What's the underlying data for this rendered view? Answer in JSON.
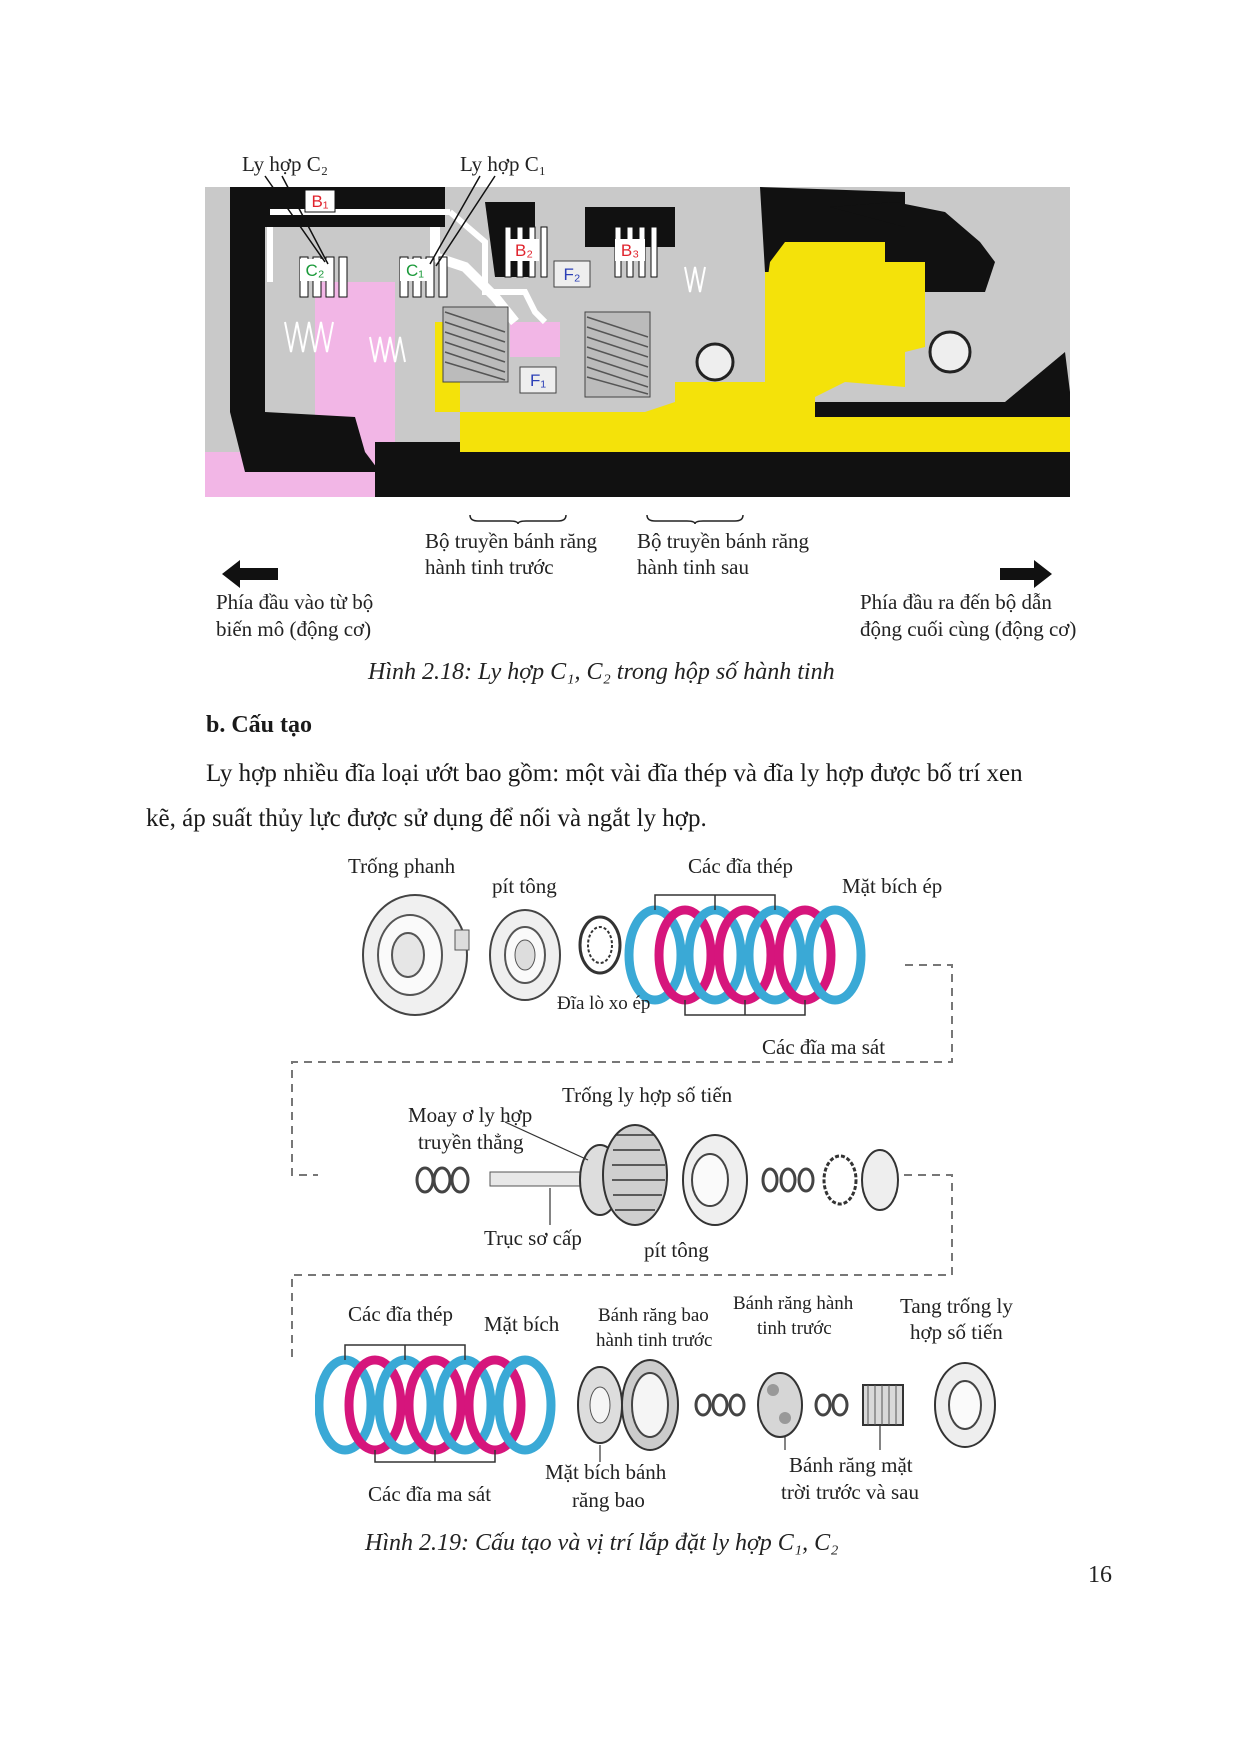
{
  "figure1": {
    "label_clutch_c2": "Ly hợp C₂",
    "label_clutch_c1": "Ly hợp C₁",
    "tags": {
      "b1": "B₁",
      "b2": "B₂",
      "b3": "B₃",
      "c1": "C₁",
      "c2": "C₂",
      "f1": "F₁",
      "f2": "F₂"
    },
    "front_gearset": [
      "Bộ truyền bánh răng",
      "hành tinh trước"
    ],
    "rear_gearset": [
      "Bộ truyền bánh răng",
      "hành tinh sau"
    ],
    "input_side": [
      "Phía đầu vào từ bộ",
      "biến mô (động cơ)"
    ],
    "output_side": [
      "Phía đầu ra đến bộ dẫn",
      "động cuối cùng (động cơ)"
    ],
    "caption": "Hình 2.18: Ly hợp C₁, C₂ trong hộp số hành tinh"
  },
  "section": {
    "heading": "b.  Cấu tạo",
    "paragraph_line1": "Ly hợp nhiều đĩa loại ướt bao gồm: một vài đĩa thép và đĩa ly hợp được bố trí xen",
    "paragraph_line2": "kẽ, áp suất thủy lực được sử dụng để nối và ngắt ly hợp."
  },
  "figure2": {
    "row1": {
      "brake_drum": "Trống phanh",
      "piston": "pít tông",
      "spring_disc": "Đĩa lò xo ép",
      "steel_discs": "Các đĩa thép",
      "pressure_flange": "Mặt bích ép",
      "friction_discs": "Các đĩa ma sát"
    },
    "row2": {
      "hub": [
        "Moay ơ ly hợp",
        "truyền thẳng"
      ],
      "forward_drum": "Trống ly hợp số tiến",
      "input_shaft": "Trục sơ cấp",
      "piston": "pít tông"
    },
    "row3": {
      "steel_discs": "Các đĩa thép",
      "flange": "Mặt bích",
      "ring_gear": [
        "Bánh răng bao",
        "hành tinh trước"
      ],
      "planet_gear": [
        "Bánh răng hành",
        "tinh trước"
      ],
      "forward_drum_hub": [
        "Tang trống ly",
        "hợp số tiến"
      ],
      "friction_discs": "Các đĩa ma sát",
      "ring_gear_flange": [
        "Mặt bích bánh",
        "răng bao"
      ],
      "sun_gear": [
        "Bánh răng mặt",
        "trời trước và sau"
      ]
    },
    "caption": "Hình 2.19: Cấu tạo và vị trí lắp đặt ly hợp C₁, C₂"
  },
  "page_number": "16",
  "colors": {
    "steel_disc": "#3aa9d6",
    "friction_disc": "#d6157c",
    "yellow_part": "#f4e20a",
    "pink_part": "#f2b6e6",
    "housing_gray": "#c8c8c8"
  }
}
